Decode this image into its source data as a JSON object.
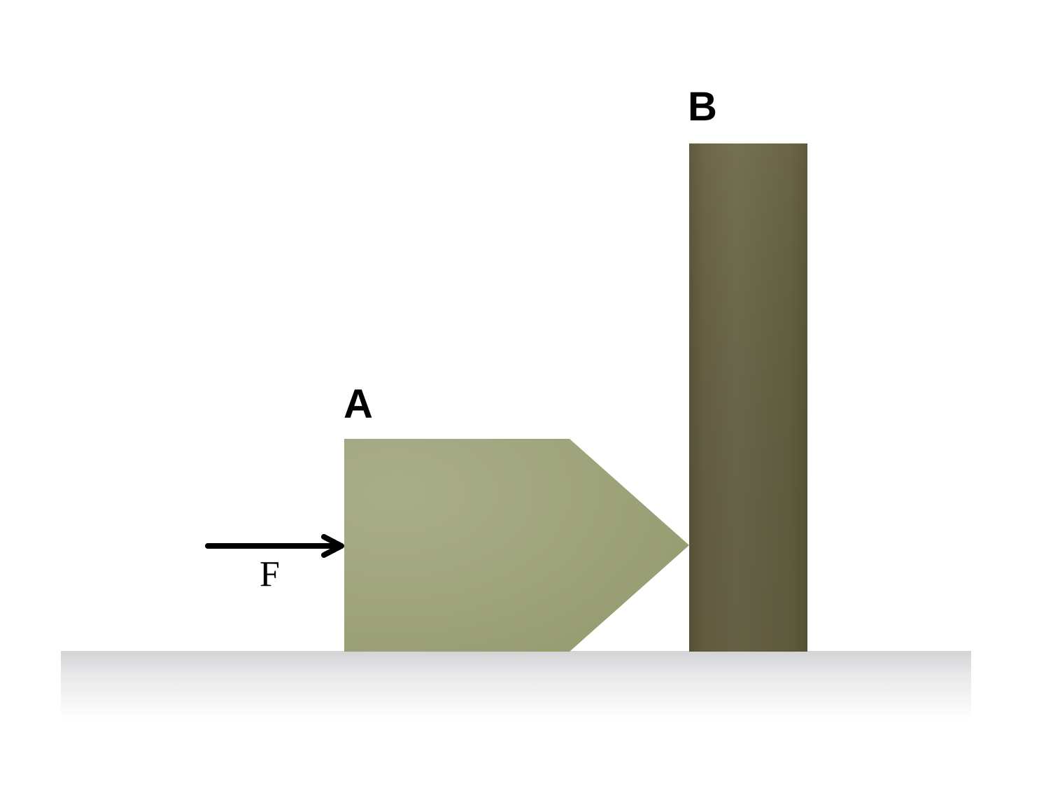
{
  "diagram": {
    "labels": {
      "block_a": "A",
      "block_b": "B",
      "force": "F"
    },
    "colors": {
      "background": "#ffffff",
      "block_a_light": "#a8ae89",
      "block_a_dark": "#959a6e",
      "block_b_light": "#79735a",
      "block_b_dark": "#5f5a3a",
      "ground_top": "#d2d3d5",
      "ground_bottom": "#ffffff",
      "arrow": "#000000"
    },
    "icons": {
      "force_arrow": "right-arrow-icon"
    }
  }
}
